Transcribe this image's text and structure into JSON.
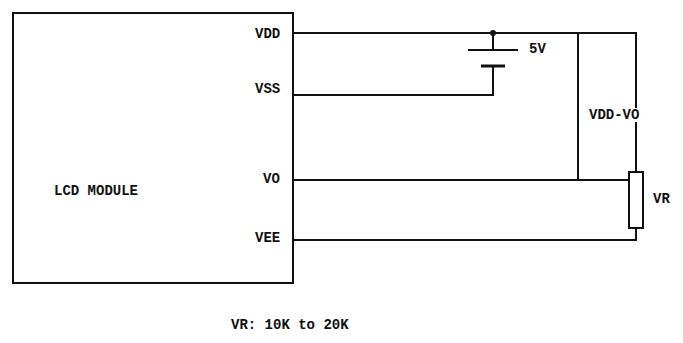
{
  "diagram": {
    "nodes": [
      {
        "text": [
          "LCD MODULE"
        ]
      }
    ],
    "labels": [
      "VDD",
      "VSS",
      "VO",
      "VEE",
      "5V",
      "VDD-VO",
      "VR",
      "VR: 10K to 20K"
    ]
  }
}
